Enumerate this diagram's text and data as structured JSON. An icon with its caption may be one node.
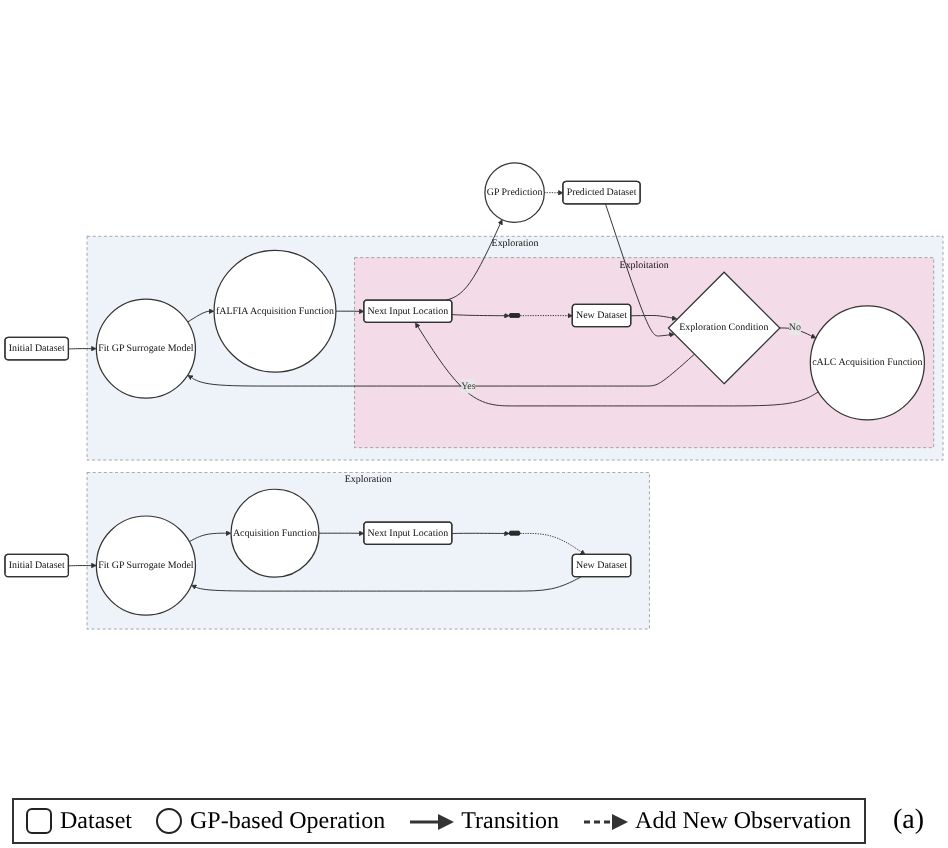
{
  "diagram": {
    "nodes": [
      {
        "text": [
          "Initial Dataset"
        ]
      },
      {
        "text": [
          "Exploration"
        ]
      },
      {
        "text": [
          "Fit GP Surrogate Model"
        ],
        "in": 1
      },
      {
        "text": [
          "Acquisition Function"
        ],
        "in": 1
      },
      {
        "text": [
          "Next Input Location"
        ],
        "in": 1
      },
      {
        "text": [],
        "shape": "drone",
        "in": 1
      },
      {
        "text": [
          "New Dataset"
        ],
        "in": 1
      },
      {
        "text": [
          "Initial Dataset"
        ]
      },
      {
        "text": [
          "GP Prediction"
        ]
      },
      {
        "text": [
          "Predicted Dataset"
        ]
      },
      {
        "text": [
          "Exploration"
        ]
      },
      {
        "text": [
          "Fit GP Surrogate Model"
        ],
        "in": 10
      },
      {
        "text": [
          "fALFIA Acquisition Function"
        ],
        "in": 10
      },
      {
        "text": [
          "Exploitation"
        ],
        "in": 10
      },
      {
        "text": [
          "Next Input Location"
        ],
        "in": 13
      },
      {
        "text": [],
        "shape": "drone",
        "in": 13
      },
      {
        "text": [
          "New Dataset"
        ],
        "in": 13
      },
      {
        "text": [
          "cALC Acquisition Function"
        ],
        "in": 13
      },
      {
        "text": [
          "Exploration Condition"
        ],
        "in": 13
      }
    ],
    "edges": [
      {
        "from": 0,
        "to": 2,
        "arrow": "to"
      },
      {
        "from": 2,
        "to": 3,
        "arrow": "to"
      },
      {
        "from": 3,
        "to": 4,
        "arrow": "to"
      },
      {
        "from": 4,
        "to": 5,
        "arrow": "to"
      },
      {
        "from": 5,
        "to": 6,
        "arrow": "to",
        "style": "dashed"
      },
      {
        "from": 6,
        "to": 2,
        "arrow": "to"
      },
      {
        "from": 7,
        "to": 11,
        "arrow": "to"
      },
      {
        "from": 11,
        "to": 12,
        "arrow": "to"
      },
      {
        "from": 12,
        "to": 14,
        "arrow": "to"
      },
      {
        "from": 14,
        "to": 15,
        "arrow": "to"
      },
      {
        "from": 15,
        "to": 16,
        "arrow": "to",
        "style": "dashed"
      },
      {
        "from": 16,
        "to": 18,
        "arrow": "to"
      },
      {
        "from": 18,
        "to": 17,
        "arrow": "to",
        "label": "No"
      },
      {
        "from": 17,
        "to": 14,
        "arrow": "to"
      },
      {
        "from": 18,
        "to": 11,
        "arrow": "to",
        "label": "Yes"
      },
      {
        "from": 14,
        "to": 8,
        "arrow": "to"
      },
      {
        "from": 8,
        "to": 9,
        "arrow": "to",
        "style": "dashed"
      },
      {
        "from": 9,
        "to": 18,
        "arrow": "to"
      }
    ],
    "labels": [
      "(a)"
    ],
    "legend": [
      {
        "text": "Dataset"
      },
      {
        "text": "GP-based Operation"
      },
      {
        "text": "Transition"
      },
      {
        "text": "Add New Observation"
      }
    ]
  }
}
